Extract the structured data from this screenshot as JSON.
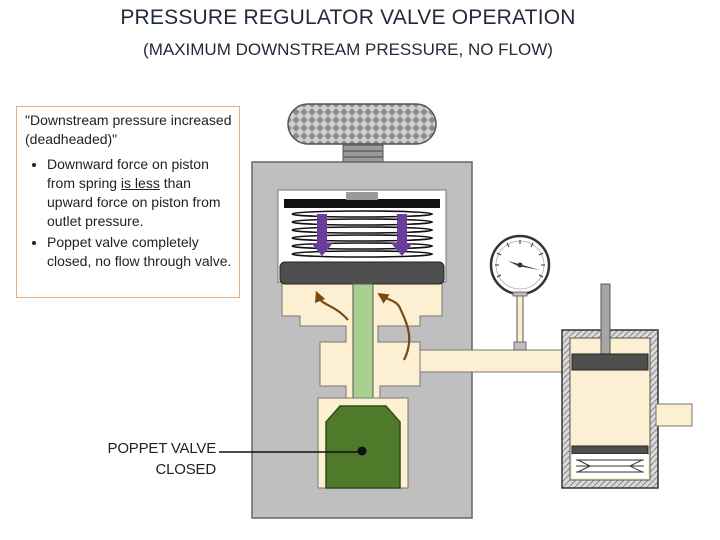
{
  "title": "PRESSURE REGULATOR VALVE OPERATION",
  "subtitle": "(MAXIMUM DOWNSTREAM PRESSURE, NO FLOW)",
  "callout": {
    "heading": "\"Downstream pressure increased (deadheaded)\"",
    "bullet1_a": "Downward force on piston from spring ",
    "bullet1_b": "is less",
    "bullet1_c": " than upward force on piston from outlet pressure.",
    "bullet2": "Poppet valve completely closed, no flow through valve."
  },
  "labels": {
    "poppet_line1": "POPPET VALVE",
    "poppet_line2": "CLOSED"
  },
  "colors": {
    "body_gray": "#bfbfbf",
    "fluid_tan": "#fdefd2",
    "poppet_green": "#4e7a2a",
    "stem_green": "#a9d08e",
    "spring_arrow_purple": "#6a3d9a",
    "flow_arrow_brown": "#7a4a10",
    "callout_border": "#e5b07e"
  }
}
